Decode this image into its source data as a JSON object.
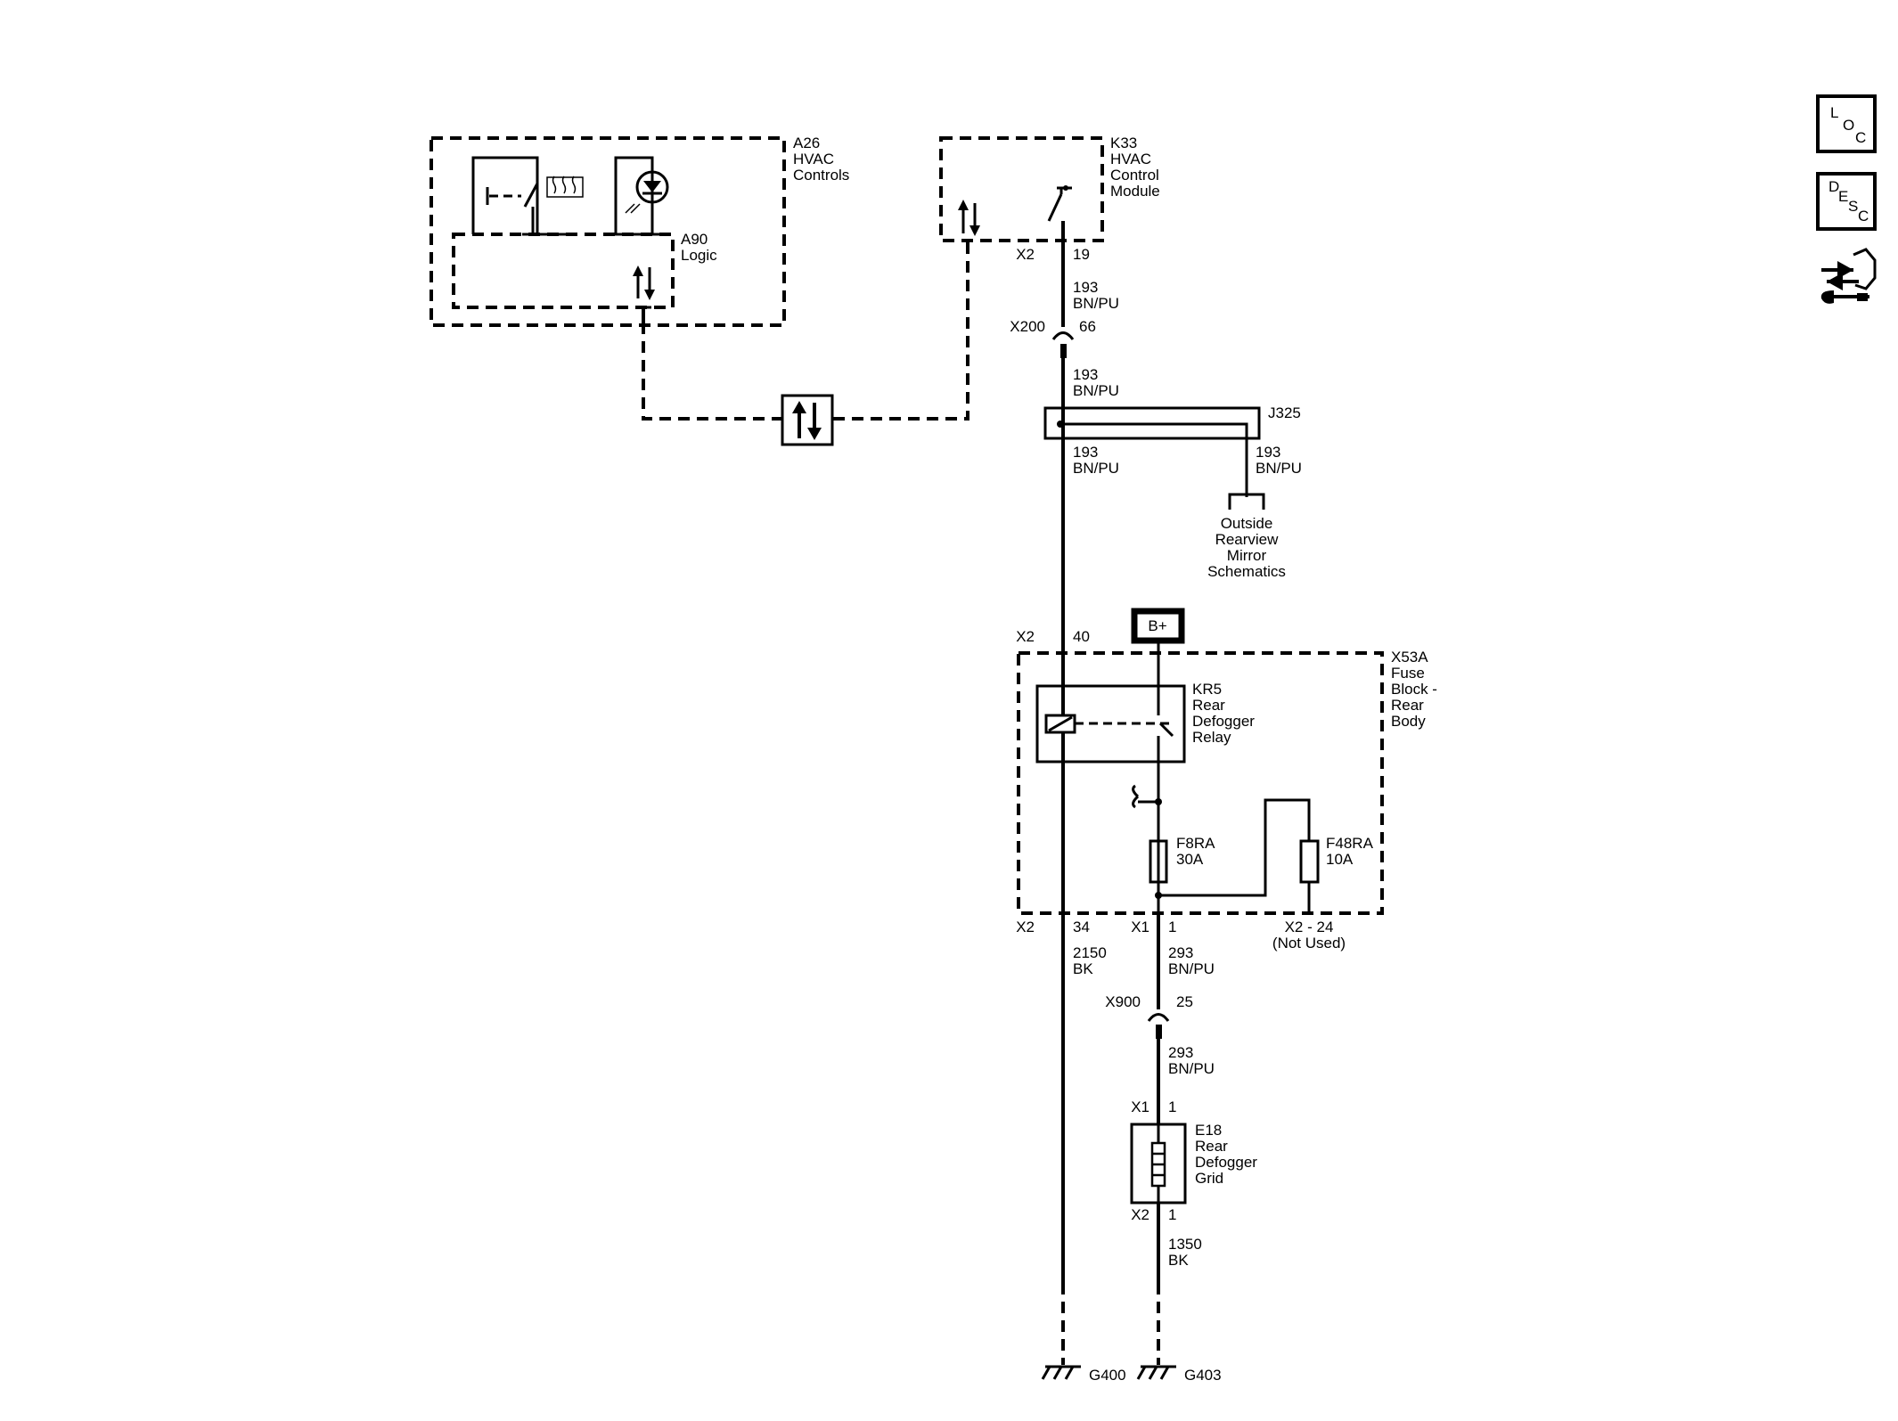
{
  "components": {
    "a26": [
      "A26",
      "HVAC",
      "Controls"
    ],
    "a90": [
      "A90",
      "Logic"
    ],
    "k33": [
      "K33",
      "HVAC",
      "Control",
      "Module"
    ],
    "j325": "J325",
    "mirror": [
      "Outside",
      "Rearview",
      "Mirror",
      "Schematics"
    ],
    "bplus": "B+",
    "x53a": [
      "X53A",
      "Fuse",
      "Block -",
      "Rear",
      "Body"
    ],
    "kr5": [
      "KR5",
      "Rear",
      "Defogger",
      "Relay"
    ],
    "f8ra": [
      "F8RA",
      "30A"
    ],
    "f48ra": [
      "F48RA",
      "10A"
    ],
    "not_used": [
      "X2 - 24",
      "(Not Used)"
    ],
    "e18": [
      "E18",
      "Rear",
      "Defogger",
      "Grid"
    ],
    "g400": "G400",
    "g403": "G403"
  },
  "connectors": {
    "k33_x2": "X2",
    "k33_pin": "19",
    "x200": "X200",
    "x200_pin": "66",
    "kr5_x2": "X2",
    "kr5_pin": "40",
    "out_x2": "X2",
    "out_x2_pin": "34",
    "out_x1": "X1",
    "out_x1_pin": "1",
    "x900": "X900",
    "x900_pin": "25",
    "e18_x1": "X1",
    "e18_x1_pin": "1",
    "e18_x2": "X2",
    "e18_x2_pin": "1"
  },
  "wires": {
    "w193a": [
      "193",
      "BN/PU"
    ],
    "w193b": [
      "193",
      "BN/PU"
    ],
    "w193c": [
      "193",
      "BN/PU"
    ],
    "w193d": [
      "193",
      "BN/PU"
    ],
    "w2150": [
      "2150",
      "BK"
    ],
    "w293a": [
      "293",
      "BN/PU"
    ],
    "w293b": [
      "293",
      "BN/PU"
    ],
    "w1350": [
      "1350",
      "BK"
    ]
  },
  "nav": {
    "loc": [
      "L",
      "O",
      "C"
    ],
    "desc": [
      "D",
      "E",
      "S",
      "C"
    ],
    "diag_icon": "diagnostic-connector-icon"
  }
}
